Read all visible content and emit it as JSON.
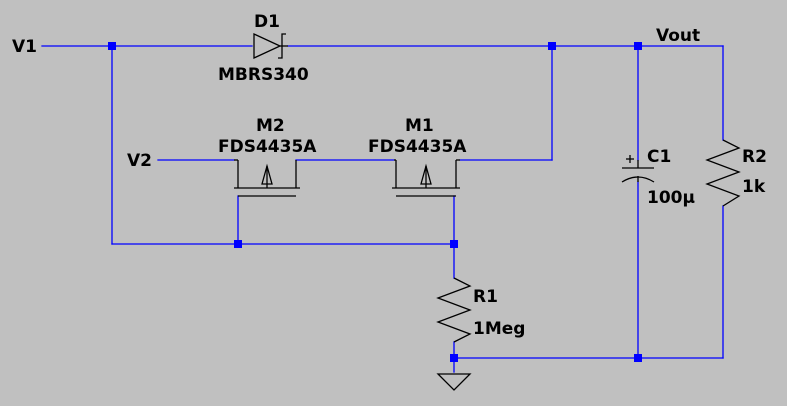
{
  "nets": {
    "v1": "V1",
    "v2": "V2",
    "vout": "Vout"
  },
  "components": {
    "d1": {
      "ref": "D1",
      "value": "MBRS340"
    },
    "m1": {
      "ref": "M1",
      "value": "FDS4435A"
    },
    "m2": {
      "ref": "M2",
      "value": "FDS4435A"
    },
    "c1": {
      "ref": "C1",
      "value": "100µ"
    },
    "r1": {
      "ref": "R1",
      "value": "1Meg"
    },
    "r2": {
      "ref": "R2",
      "value": "1k"
    }
  },
  "colors": {
    "background": "#c0c0c0",
    "wire": "#0000ff",
    "component": "#000000"
  }
}
